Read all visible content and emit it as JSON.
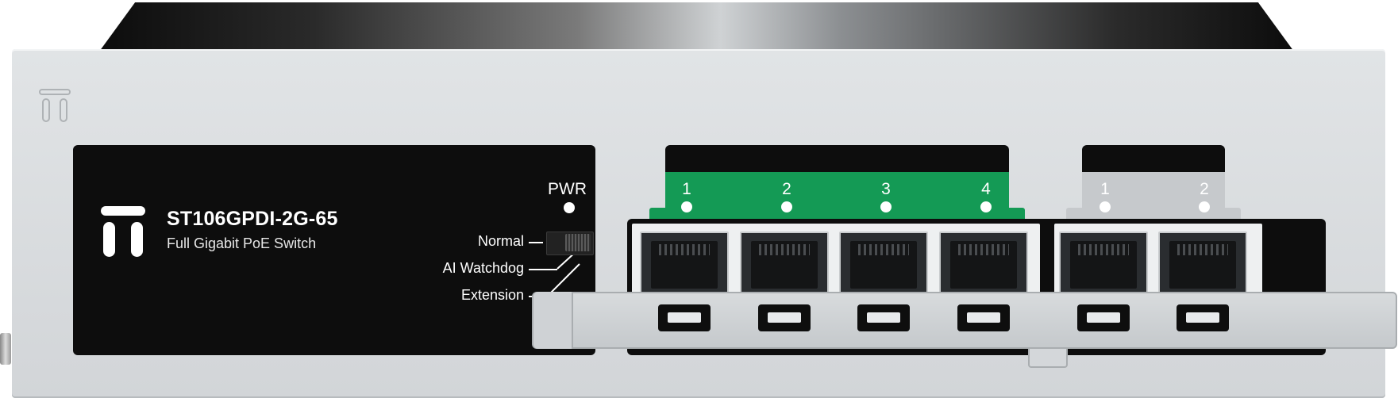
{
  "device": {
    "model": "ST106GPDI-2G-65",
    "description": "Full Gigabit PoE Switch",
    "power_label": "PWR",
    "modes": [
      "Normal",
      "AI Watchdog",
      "Extension"
    ]
  },
  "ports": {
    "poe": [
      "1",
      "2",
      "3",
      "4"
    ],
    "uplink": [
      "1",
      "2"
    ]
  },
  "colors": {
    "poe_strip": "#149a55",
    "uplink_strip": "#c6c9cc",
    "panel": "#0d0d0d",
    "chassis": "#d6d9dc"
  },
  "icons": {
    "brand_logo": "brand-logo-icon",
    "corner_logo": "corner-logo-icon"
  }
}
